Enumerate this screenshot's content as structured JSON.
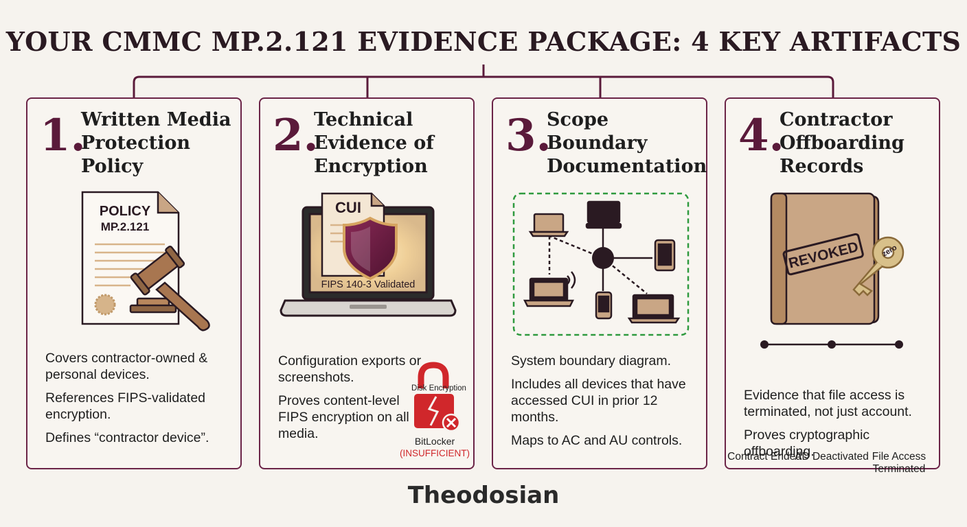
{
  "title": "YOUR CMMC MP.2.121 EVIDENCE PACKAGE: 4 KEY ARTIFACTS",
  "brand": "Theodosian",
  "colors": {
    "accent": "#6b2447",
    "tan": "#c9a685",
    "dark": "#2a1a22",
    "green": "#2e9a3e",
    "red": "#d0272b"
  },
  "cards": [
    {
      "number": "1.",
      "heading": "Written Media Protection Policy",
      "icon": "policy-document-gavel-icon",
      "doc_title": "POLICY",
      "doc_code": "MP.2.121",
      "bullets": [
        "Covers contractor-owned & personal devices.",
        "References FIPS-validated encryption.",
        "Defines “contractor device”."
      ]
    },
    {
      "number": "2.",
      "heading": "Technical Evidence of Encryption",
      "icon": "laptop-shield-icon",
      "file_label": "CUI",
      "validation_label": "FIPS 140-3 Validated",
      "bullets": [
        "Configuration exports or screenshots.",
        "Proves content-level FIPS encryption on all media."
      ],
      "lock_label": "Disk Encryption",
      "bitlocker_label": "BitLocker",
      "insufficient_label": "(INSUFFICIENT)"
    },
    {
      "number": "3.",
      "heading": "Scope Boundary Documentation",
      "icon": "network-boundary-icon",
      "bullets": [
        "System boundary diagram.",
        "Includes all devices that have accessed CUI in prior 12 months.",
        "Maps to AC and AU controls."
      ]
    },
    {
      "number": "4.",
      "heading": "Contractor Offboarding Records",
      "icon": "revoked-folder-key-icon",
      "stamp": "REVOKED",
      "key_label": "zero",
      "timeline": [
        "Contract Ended",
        "AD Deactivated",
        "File Access Terminated"
      ],
      "bullets": [
        "Evidence that file access is terminated, not just account.",
        "Proves cryptographic offboarding."
      ]
    }
  ]
}
